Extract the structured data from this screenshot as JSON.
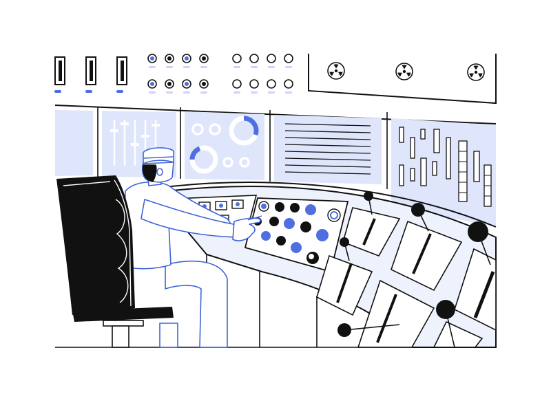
{
  "scene": {
    "subject": "operator-at-reactor-control-console",
    "colors": {
      "ink": "#0d0d0d",
      "line": "#111111",
      "panel_fill": "#dfe6fb",
      "accent_blue": "#4f6fe0",
      "pale_blue": "#eef2fd",
      "operator_outline": "#3f63d8",
      "background": "#ffffff"
    },
    "icons": [
      "radiation-icon",
      "radiation-icon",
      "radiation-icon"
    ],
    "wall_indicator_rows": 2,
    "wall_toggle_switches": 3
  }
}
